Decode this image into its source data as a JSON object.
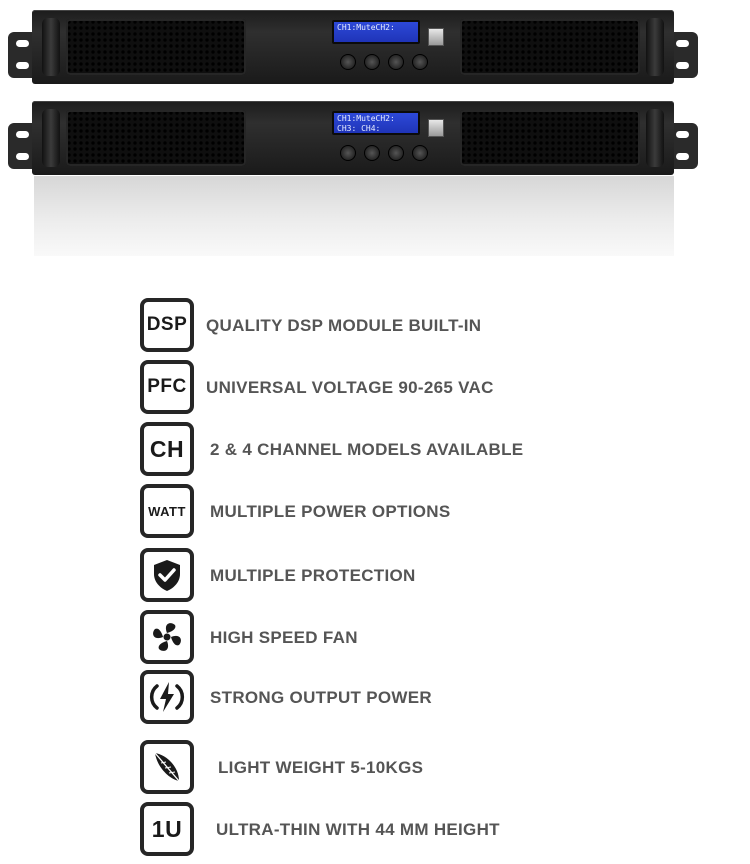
{
  "product": {
    "lcd_top": {
      "line1": "CH1:MuteCH2:",
      "line2": ""
    },
    "lcd_bottom": {
      "line1": "CH1:MuteCH2:",
      "line2": "CH3:    CH4:"
    }
  },
  "features": [
    {
      "icon": "dsp-icon",
      "badge": "DSP",
      "text": "QUALITY DSP MODULE BUILT-IN"
    },
    {
      "icon": "pfc-icon",
      "badge": "PFC",
      "text": "UNIVERSAL VOLTAGE 90-265 VAC"
    },
    {
      "icon": "channel-icon",
      "badge": "CH",
      "text": "2 & 4 CHANNEL MODELS AVAILABLE"
    },
    {
      "icon": "watt-icon",
      "badge": "WATT",
      "text": "MULTIPLE POWER OPTIONS"
    },
    {
      "icon": "shield-check-icon",
      "badge": "",
      "text": "MULTIPLE PROTECTION"
    },
    {
      "icon": "fan-icon",
      "badge": "",
      "text": "HIGH SPEED FAN"
    },
    {
      "icon": "lightning-icon",
      "badge": "",
      "text": "STRONG OUTPUT POWER"
    },
    {
      "icon": "feather-icon",
      "badge": "",
      "text": "LIGHT WEIGHT 5-10KGS"
    },
    {
      "icon": "rack-unit-icon",
      "badge": "1U",
      "text": "ULTRA-THIN WITH 44 MM HEIGHT"
    }
  ],
  "colors": {
    "lcd": "#2340c8",
    "badge_border": "#262626",
    "text": "#555555"
  }
}
